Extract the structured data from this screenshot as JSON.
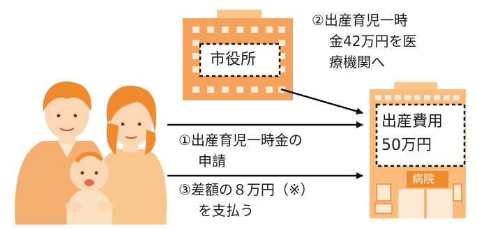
{
  "city_office": {
    "label": "市役所"
  },
  "hospital": {
    "sign": "病院",
    "cost_line1": "出産費用",
    "cost_line2": "50万円"
  },
  "step2": {
    "line1": "②出産育児一時",
    "line2": "金42万円を医",
    "line3": "療機関へ"
  },
  "step1": {
    "line1": "①出産育児一時金の",
    "line2": "申請"
  },
  "step3": {
    "line1": "③差額の８万円（※）",
    "line2": "を支払う"
  },
  "colors": {
    "building_orange": "#f5a35a",
    "window_cream": "#fde8d2",
    "arrow": "#111111",
    "family_skin": "#fbd7b5",
    "hair_orange": "#f08a2c"
  }
}
